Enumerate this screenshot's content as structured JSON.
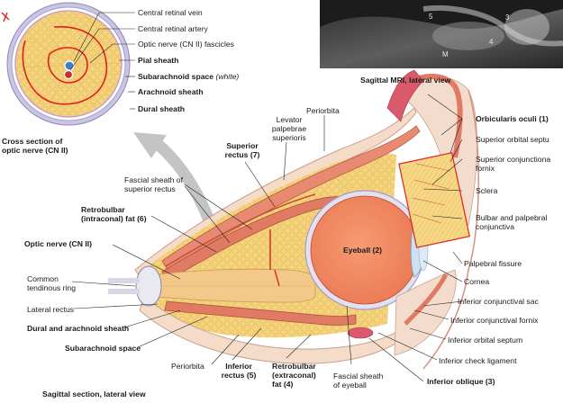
{
  "labels": {
    "central_retinal_vein": "Central retinal vein",
    "central_retinal_artery": "Central retinal artery",
    "optic_nerve_fascicles": "Optic nerve (CN II) fascicles",
    "pial_sheath": "Pial sheath",
    "subarachnoid_space": "Subarachnoid space",
    "subarachnoid_space_note": "(white)",
    "arachnoid_sheath": "Arachnoid sheath",
    "dural_sheath": "Dural sheath",
    "cross_section_title_1": "Cross section of",
    "cross_section_title_2": "optic nerve (CN II)",
    "mri_caption": "Sagittal MRI, lateral view",
    "mri_num_5": "5",
    "mri_num_3": "3",
    "mri_num_4": "4",
    "mri_letter_m": "M",
    "periorbita_top": "Periorbita",
    "levator_1": "Levator",
    "levator_2": "palpebrae",
    "levator_3": "superioris",
    "superior_rectus_1": "Superior",
    "superior_rectus_2": "rectus (7)",
    "fascial_sheath_sr_1": "Fascial sheath of",
    "fascial_sheath_sr_2": "superior rectus",
    "retrobulbar_intra_1": "Retrobulbar",
    "retrobulbar_intra_2": "(intraconal) fat (6)",
    "optic_nerve": "Optic nerve (CN II)",
    "common_tendinous_1": "Common",
    "common_tendinous_2": "tendinous ring",
    "lateral_rectus": "Lateral rectus",
    "dural_arachnoid": "Dural and arachnoid sheath",
    "subarachnoid_space_lower": "Subarachnoid space",
    "periorbita_bottom": "Periorbita",
    "inferior_rectus_1": "Inferior",
    "inferior_rectus_2": "rectus (5)",
    "retrobulbar_extra_1": "Retrobulbar",
    "retrobulbar_extra_2": "(extraconal)",
    "retrobulbar_extra_3": "fat (4)",
    "fascial_sheath_eyeball_1": "Fascial sheath",
    "fascial_sheath_eyeball_2": "of eyeball",
    "eyeball": "Eyeball (2)",
    "orbicularis_oculi": "Orbicularis oculi (1)",
    "superior_orbital_septum": "Superior orbital septu",
    "superior_conj_fornix_1": "Superior conjunctiona",
    "superior_conj_fornix_2": "fornix",
    "sclera": "Sclera",
    "bulbar_palpebral_1": "Bulbar and palpebral",
    "bulbar_palpebral_2": "conjunctiva",
    "palpebral_fissure": "Palpebral fissure",
    "cornea": "Cornea",
    "inferior_conj_sac": "Inferior conjunctival sac",
    "inferior_conj_fornix": "Inferior conjunctival fornix",
    "inferior_orbital_septum": "Inferior orbital septum",
    "inferior_check_ligament": "Inferior check ligament",
    "inferior_oblique": "Inferior oblique (3)",
    "sagittal_caption": "Sagittal section, lateral view"
  },
  "colors": {
    "fat": "#f4d27a",
    "muscle": "#e8856f",
    "eyeball": "#f08a62",
    "sheath": "#b9b2d8",
    "annotation": "#e0201e"
  }
}
